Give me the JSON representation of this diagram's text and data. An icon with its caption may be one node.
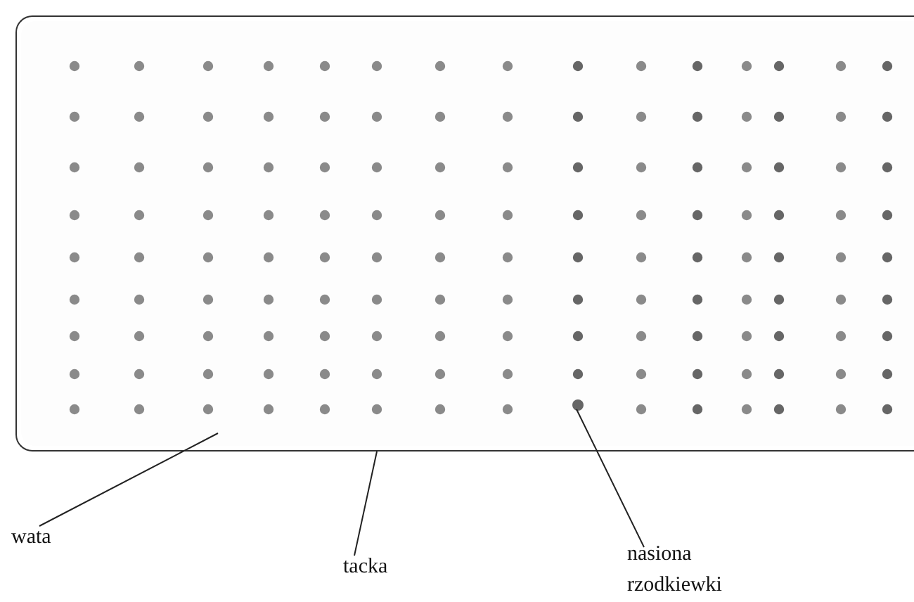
{
  "diagram": {
    "nodes": [
      {
        "text": [],
        "shape": "box"
      },
      {
        "text": [],
        "shape": "box",
        "in": 0
      },
      {
        "text": [],
        "shape": "circle",
        "in": 1
      },
      {
        "text": [
          "wata"
        ]
      },
      {
        "text": [
          "tacka"
        ]
      },
      {
        "text": [
          "nasiona rzodkiewki"
        ]
      }
    ],
    "edges": [
      {
        "from": 3,
        "to": 1,
        "arrow": "none"
      },
      {
        "from": 4,
        "to": 0,
        "arrow": "none"
      },
      {
        "from": 5,
        "to": 2,
        "arrow": "none"
      }
    ]
  }
}
